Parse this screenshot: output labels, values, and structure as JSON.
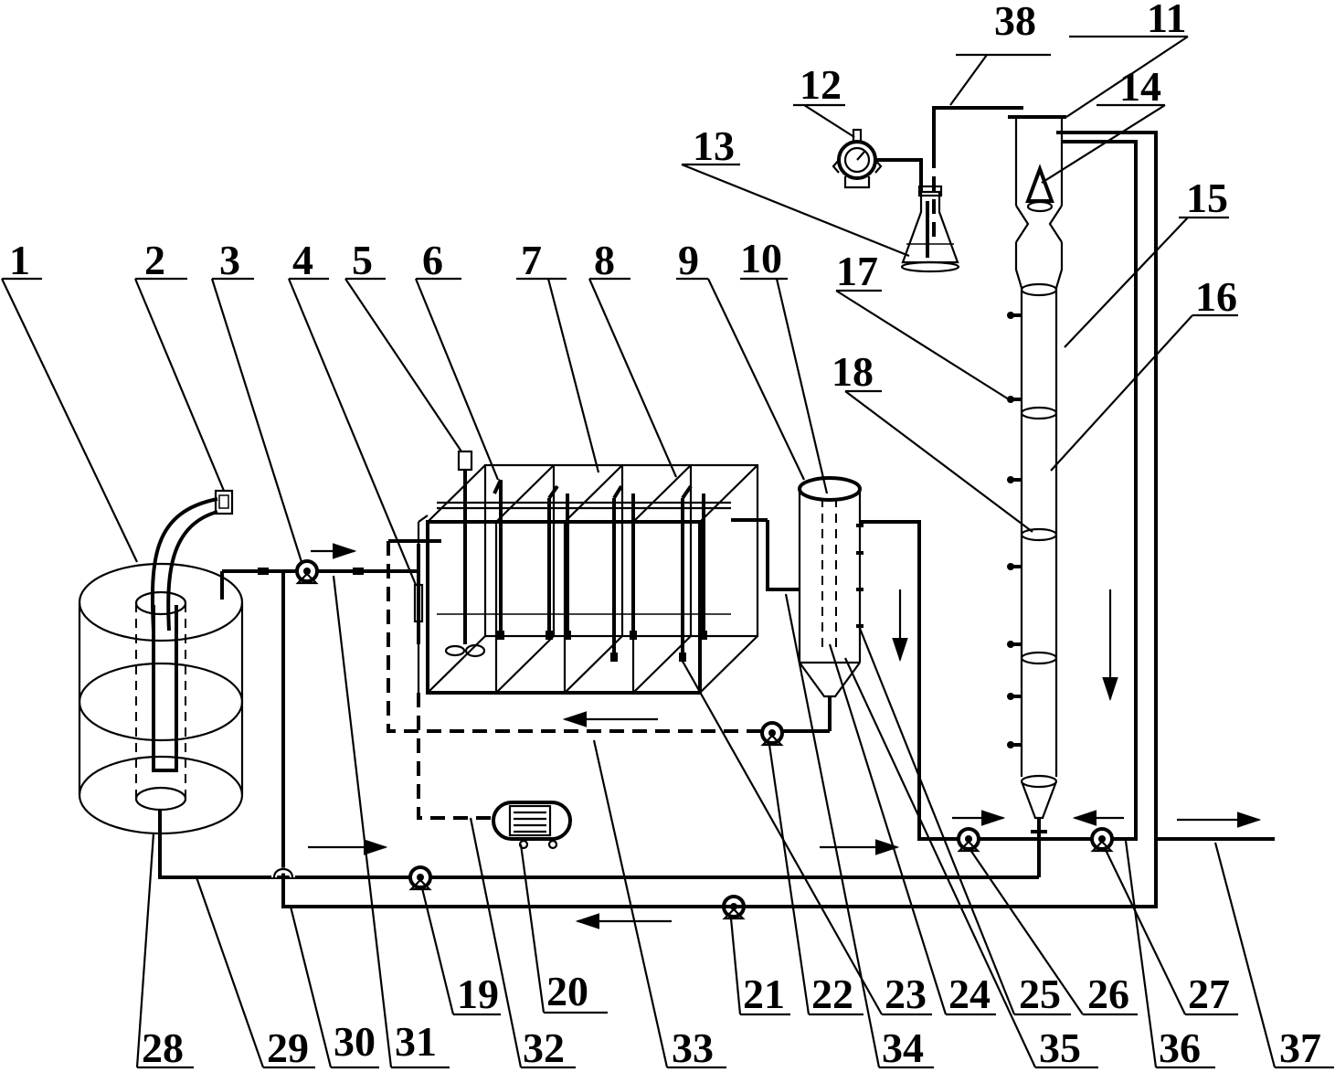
{
  "labels": {
    "l1": "1",
    "l2": "2",
    "l3": "3",
    "l4": "4",
    "l5": "5",
    "l6": "6",
    "l7": "7",
    "l8": "8",
    "l9": "9",
    "l10": "10",
    "l11": "11",
    "l12": "12",
    "l13": "13",
    "l14": "14",
    "l15": "15",
    "l16": "16",
    "l17": "17",
    "l18": "18",
    "l19": "19",
    "l20": "20",
    "l21": "21",
    "l22": "22",
    "l23": "23",
    "l24": "24",
    "l25": "25",
    "l26": "26",
    "l27": "27",
    "l28": "28",
    "l29": "29",
    "l30": "30",
    "l31": "31",
    "l32": "32",
    "l33": "33",
    "l34": "34",
    "l35": "35",
    "l36": "36",
    "l37": "37",
    "l38": "38"
  },
  "colors": {
    "stroke": "#000000",
    "background": "#ffffff"
  }
}
